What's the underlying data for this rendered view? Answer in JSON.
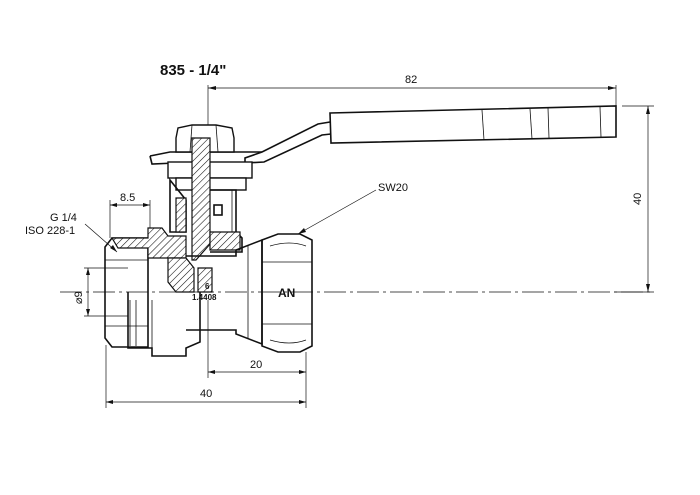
{
  "title": "835 - 1/4\"",
  "labels": {
    "thread_spec_line1": "G 1/4",
    "thread_spec_line2": "ISO 228-1",
    "wrench_size": "SW20",
    "body_mark": "AN",
    "stamp_line1": "6",
    "stamp_line2": "1.4408"
  },
  "dimensions": {
    "handle_length": "82",
    "height": "40",
    "thread_length": "8.5",
    "bore_diameter": "⌀9",
    "half_length": "20",
    "overall_length": "40"
  }
}
